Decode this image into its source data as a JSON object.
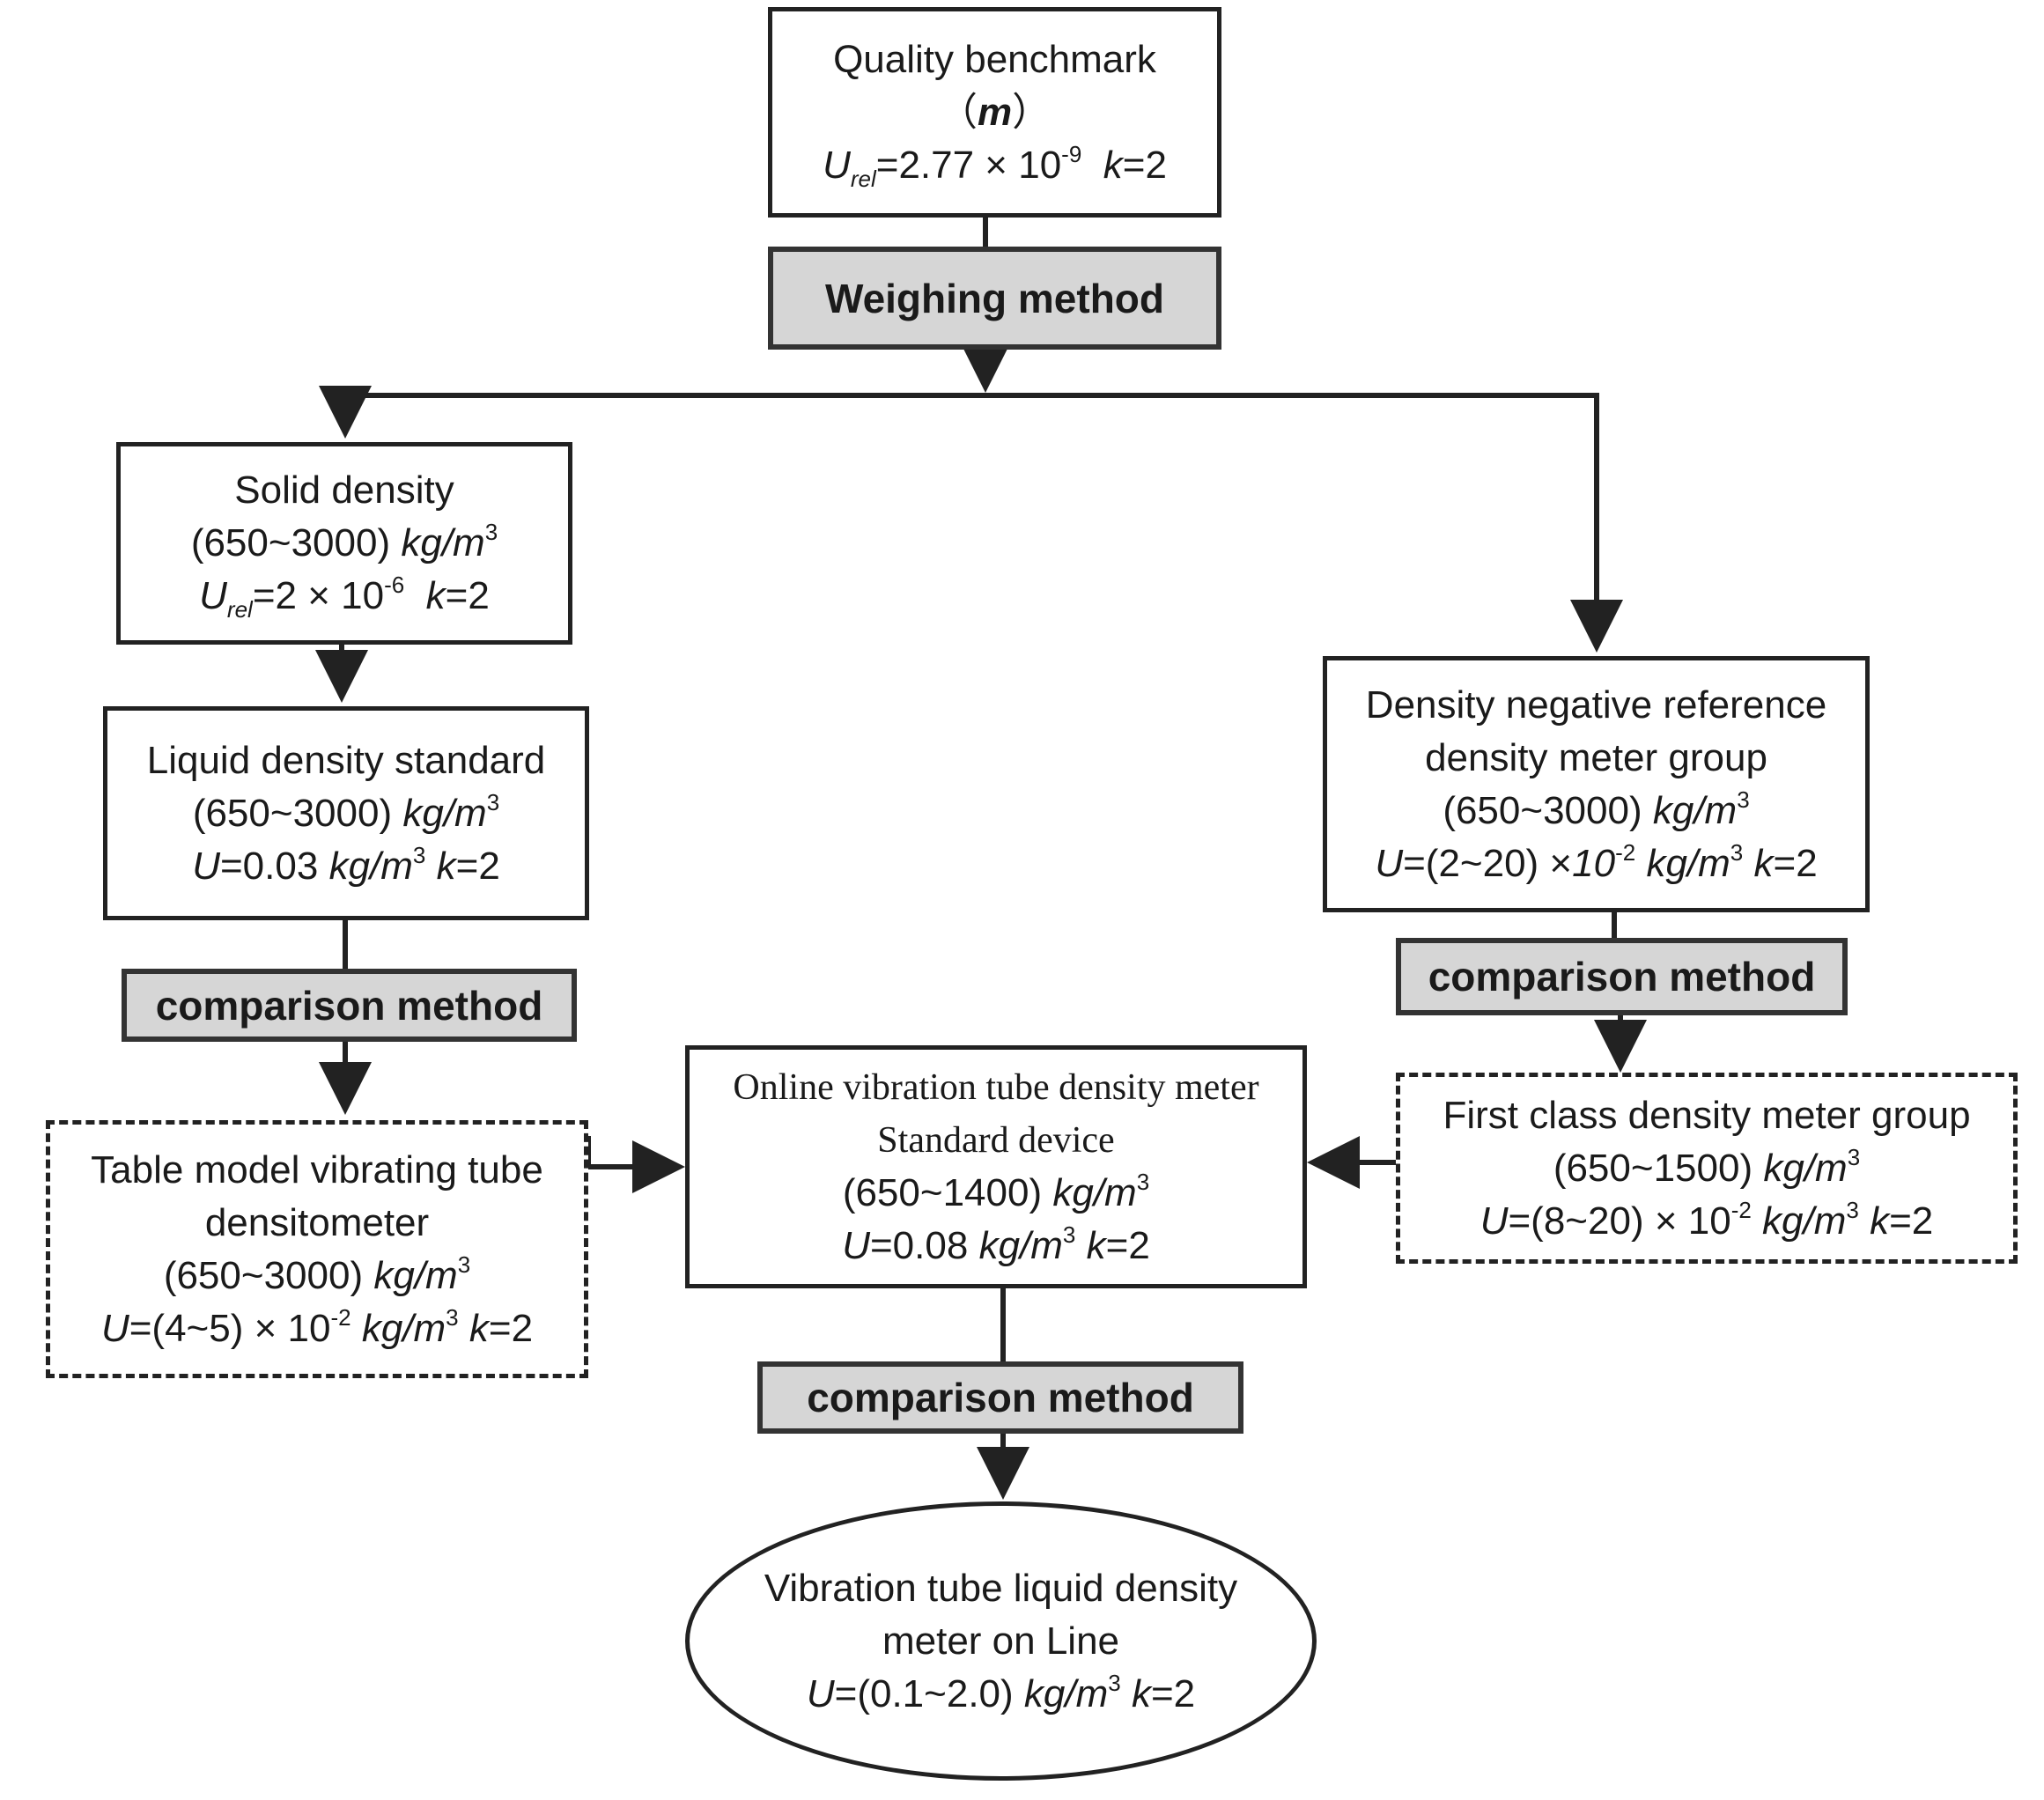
{
  "nodes": {
    "quality": {
      "title": "Quality benchmark",
      "symbol": "m",
      "u_sym": "U",
      "u_sub": "rel",
      "u_val": "=2.77 ×  10",
      "u_exp": "-9",
      "k": "k",
      "k_val": "=2"
    },
    "weighing": {
      "label": "Weighing method"
    },
    "solid": {
      "title": "Solid density",
      "range": "(650~3000)",
      "unit": "kg/m",
      "unit_exp": "3",
      "u_sym": "U",
      "u_sub": "rel",
      "u_val": "=2  × 10",
      "u_exp": "-6",
      "k": "k",
      "k_val": "=2"
    },
    "liquid_std": {
      "title": "Liquid density standard",
      "range": "(650~3000)",
      "unit": "kg/m",
      "unit_exp": "3",
      "u_sym": "U",
      "u_val": "=0.03",
      "u_unit": "kg/m",
      "u_unit_exp": "3",
      "k": "k",
      "k_val": "=2"
    },
    "comparison_left": {
      "label": "comparison method"
    },
    "table_model": {
      "title_1": "Table model vibrating tube",
      "title_2": "densitometer",
      "range": "(650~3000)",
      "unit": "kg/m",
      "unit_exp": "3",
      "u_sym": "U",
      "u_val": "=(4~5) × 10",
      "u_exp": "-2",
      "u_unit": "kg/m",
      "u_unit_exp": "3",
      "k": "k",
      "k_val": "=2"
    },
    "online_std": {
      "title_1": "Online vibration tube density meter",
      "title_2": "Standard device",
      "range": "(650~1400)",
      "unit": "kg/m",
      "unit_exp": "3",
      "u_sym": "U",
      "u_val": "=0.08",
      "u_unit": "kg/m",
      "u_unit_exp": "3",
      "k": "k",
      "k_val": "=2"
    },
    "comparison_mid": {
      "label": "comparison method"
    },
    "online_meter": {
      "title_1": "Vibration tube liquid density",
      "title_2": "meter on Line",
      "u_sym": "U",
      "u_val": "=(0.1~2.0)",
      "u_unit": "kg/m",
      "u_unit_exp": "3",
      "k": "k",
      "k_val": "=2"
    },
    "density_ref": {
      "title_1": "Density negative reference",
      "title_2": "density meter group",
      "range": "(650~3000)",
      "unit": "kg/m",
      "unit_exp": "3",
      "u_sym": "U",
      "u_val": "=(2~20) ×",
      "u_mult": "10",
      "u_exp": "-2",
      "u_unit": "kg/m",
      "u_unit_exp": "3",
      "k": "k",
      "k_val": "=2"
    },
    "comparison_right": {
      "label": "comparison method"
    },
    "first_class": {
      "title": "First class density meter group",
      "range": "(650~1500)",
      "unit": "kg/m",
      "unit_exp": "3",
      "u_sym": "U",
      "u_val": "=(8~20)  × 10",
      "u_exp": "-2",
      "u_unit": "kg/m",
      "u_unit_exp": "3",
      "k": "k",
      "k_val": "=2"
    }
  },
  "colors": {
    "line": "#222222",
    "method_fill": "#d6d6d6",
    "background": "#ffffff"
  }
}
